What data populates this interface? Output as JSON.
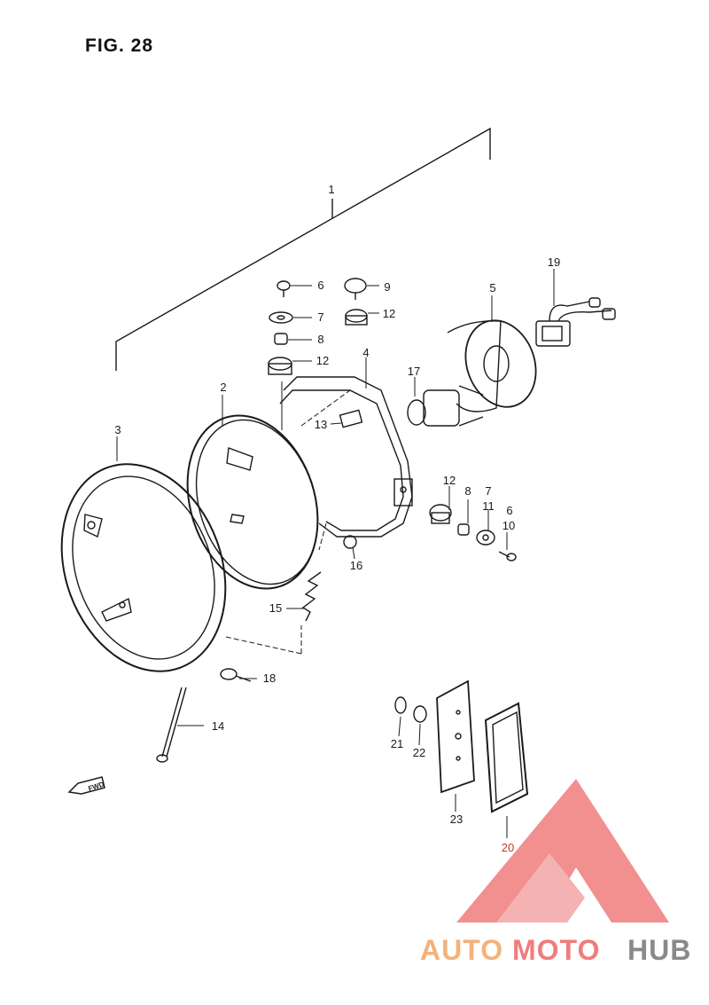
{
  "figure": {
    "title": "FIG. 28"
  },
  "callouts": {
    "c1": "1",
    "c2": "2",
    "c3": "3",
    "c4": "4",
    "c5": "5",
    "c6a": "6",
    "c7a": "7",
    "c8a": "8",
    "c9": "9",
    "c12a": "12",
    "c12b": "12",
    "c13": "13",
    "c14": "14",
    "c15": "15",
    "c16": "16",
    "c17": "17",
    "c18": "18",
    "c19": "19",
    "c12c": "12",
    "c8b": "8",
    "c7b": "7",
    "c11": "11",
    "c6b": "6",
    "c10": "10",
    "c21": "21",
    "c22": "22",
    "c23": "23",
    "c20": "20"
  },
  "fwd_label": "FWD",
  "watermark": {
    "text_a": "AUTO",
    "text_b": "MOTO",
    "text_c": "HUB",
    "accent_color": "#f07c7c",
    "orange_color": "#f3b27a",
    "gray_color": "#8a8a8a"
  },
  "colors": {
    "ink": "#1a1a1a",
    "callout_20": "#c0392b"
  }
}
